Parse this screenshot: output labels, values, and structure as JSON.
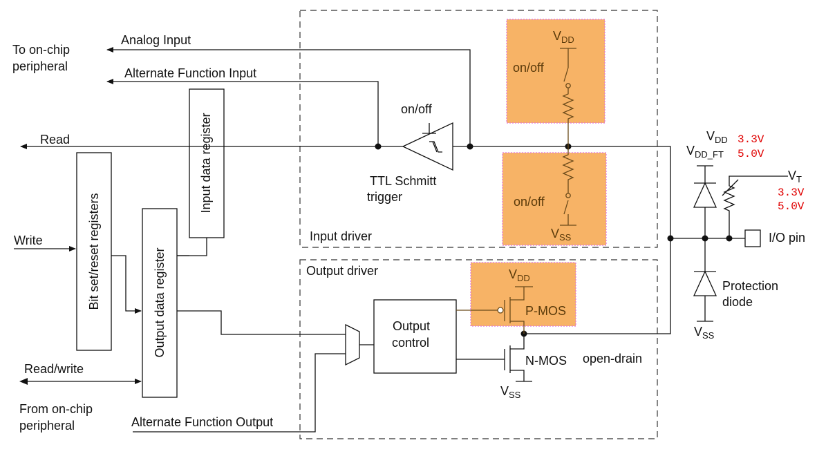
{
  "labels": {
    "to_onchip": [
      "To on-chip",
      "peripheral"
    ],
    "analog_input": "Analog Input",
    "alt_func_input": "Alternate Function Input",
    "read": "Read",
    "write": "Write",
    "read_write": "Read/write",
    "from_onchip": [
      "From on-chip",
      "peripheral"
    ],
    "alt_func_output": "Alternate Function Output",
    "input_data_register": "Input data register",
    "bit_set_reset_registers": "Bit set/reset registers",
    "output_data_register": "Output data register",
    "on_off_trigger": "on/off",
    "ttl_schmitt": [
      "TTL Schmitt",
      "trigger"
    ],
    "input_driver": "Input driver",
    "output_driver": "Output driver",
    "output_control": [
      "Output",
      "control"
    ],
    "on_off_pullup": "on/off",
    "on_off_pulldown": "on/off",
    "pmos": "P-MOS",
    "nmos": "N-MOS",
    "open_drain": "open-drain",
    "io_pin": "I/O pin",
    "protection_diode": [
      "Protection",
      "diode"
    ],
    "vdd": {
      "main": "V",
      "sub": "DD"
    },
    "vss": {
      "main": "V",
      "sub": "SS"
    },
    "vdd_ft": {
      "main": "V",
      "sub": "DD_FT"
    },
    "vt": {
      "main": "V",
      "sub": "T"
    }
  },
  "voltages": {
    "vdd_value": "3.3V",
    "vdd_ft_value": "5.0V",
    "vt_values": [
      "3.3V",
      "5.0V"
    ]
  },
  "colors": {
    "highlight": "#f7b366",
    "highlight_border": "#e070e0",
    "voltage_text": "#e00000"
  }
}
